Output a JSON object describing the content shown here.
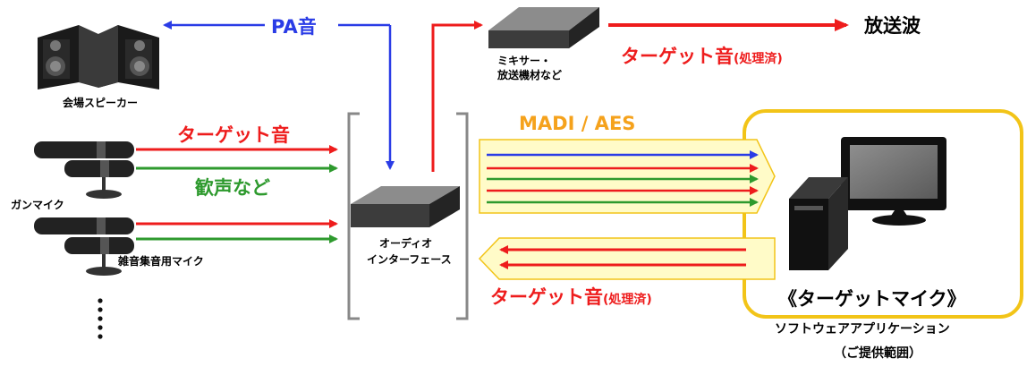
{
  "labels": {
    "pa_sound": "PA音",
    "venue_speakers": "会場スピーカー",
    "target_sound_in": "ターゲット音",
    "cheers_etc": "歓声など",
    "gun_mic": "ガンマイク",
    "noise_mic": "雑音集音用マイク",
    "ellipsis": "⋮",
    "audio_interface_line1": "オーディオ",
    "audio_interface_line2": "インターフェース",
    "mixer_line1": "ミキサー・",
    "mixer_line2": "放送機材など",
    "broadcast_wave": "放送波",
    "target_processed_top_main": "ターゲット音",
    "target_processed_top_sub": "(処理済)",
    "madi_aes": "MADI / AES",
    "target_processed_bottom_main": "ターゲット音",
    "target_processed_bottom_sub": "(処理済)",
    "product_name": "《ターゲットマイク》",
    "software_application": "ソフトウェアアプリケーション",
    "provided_scope": "（ご提供範囲）"
  },
  "colors": {
    "red": "#ee1c1c",
    "green": "#2e9a2e",
    "blue": "#2a3ce6",
    "orange": "#f5a21c",
    "panel_fill": "#fffbc8",
    "panel_border": "#f2c418"
  },
  "icons": {
    "speakers": "speaker-icon",
    "mics": "microphone-icon",
    "interface": "audio-interface-box-icon",
    "mixer": "mixer-box-icon",
    "computer": "computer-icon"
  }
}
